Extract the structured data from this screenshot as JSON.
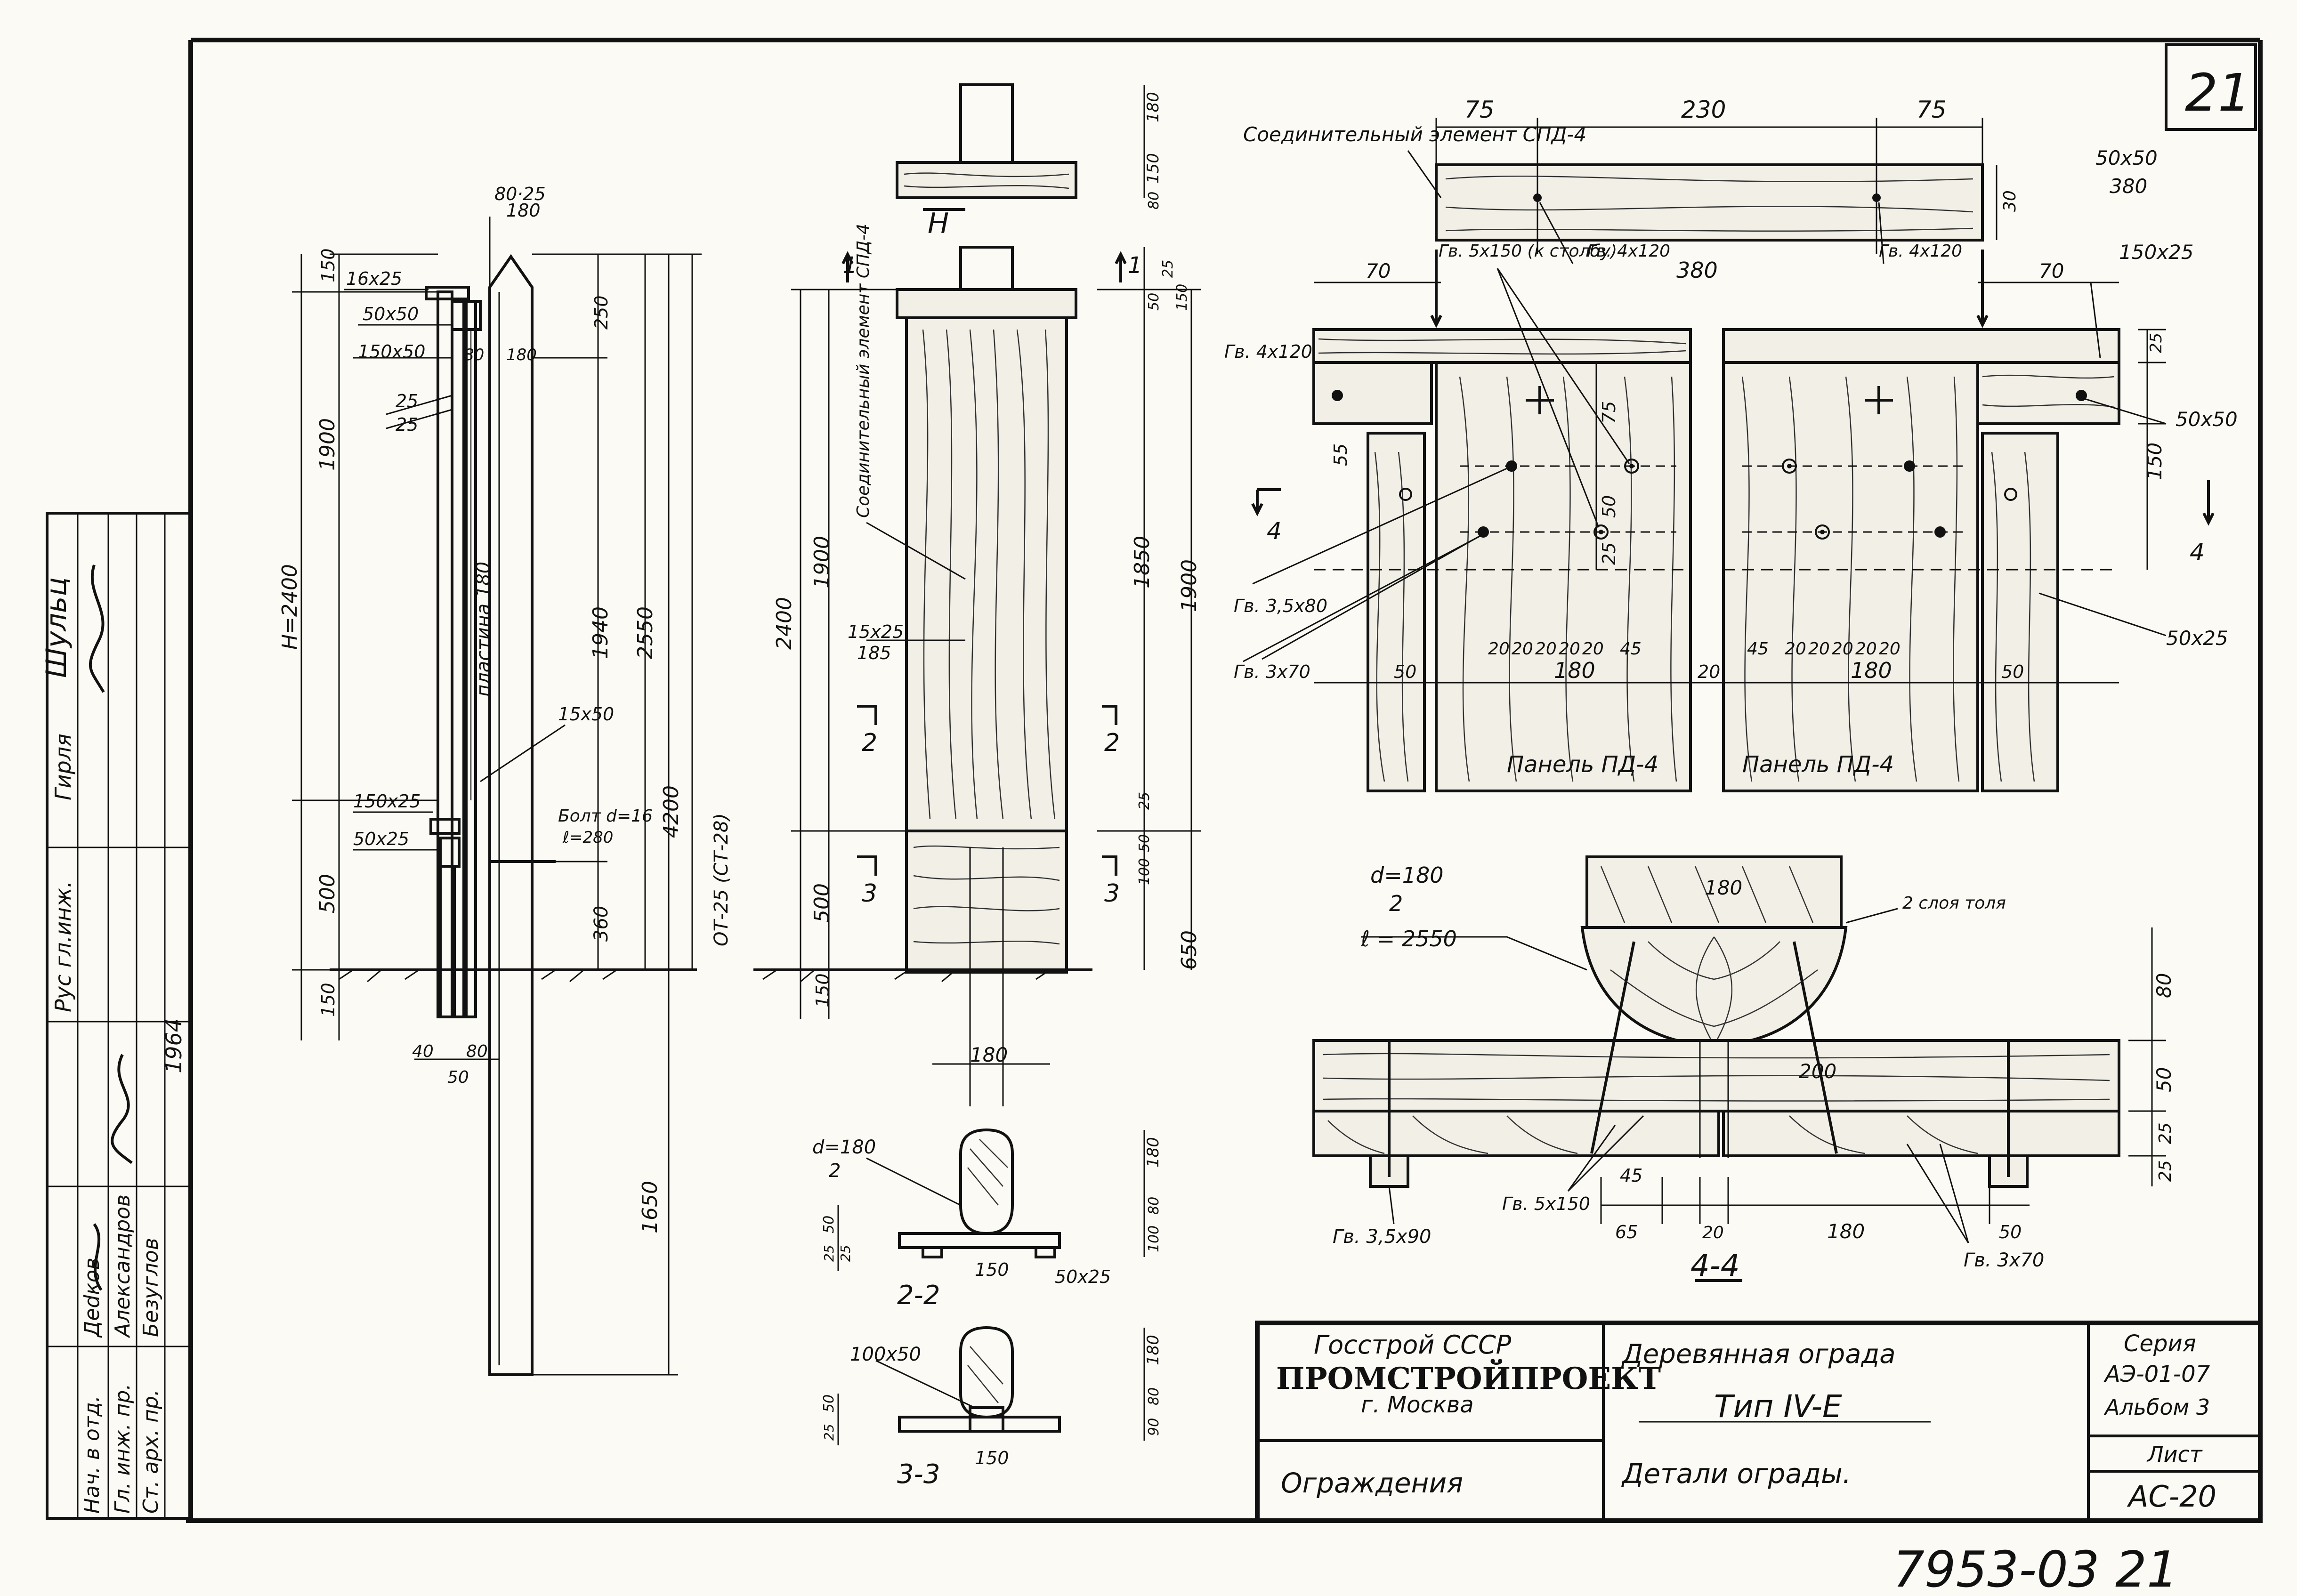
{
  "sheet": {
    "number": "21",
    "doc_number": "7953-03  21"
  },
  "title_block": {
    "org_line1": "Госстрой СССР",
    "org_line2": "ПРОМСТРОЙПРОЕКТ",
    "org_line3": "г. Москва",
    "section": "Ограждения",
    "title": "Деревянная ограда",
    "type": "Тип IV-Е",
    "subtitle": "Детали ограды.",
    "series_label": "Серия",
    "series_value": "АЭ-01-07",
    "album": "Альбом 3",
    "sheet_label": "Лист",
    "sheet_code": "АС-20"
  },
  "signatures": {
    "rows": [
      {
        "role": "Нач. в отд.",
        "name": "Деdков"
      },
      {
        "role": "Гл. инж. пр.",
        "name": "Александров"
      },
      {
        "role": "Ст. арх. пр.",
        "name": "Безуглов"
      }
    ],
    "left_col_top": "Рус гл.инж.",
    "left_col_name": "Гирля",
    "year": "1964",
    "handwriting": "Шульц"
  },
  "view_side": {
    "labels": [
      "16х25",
      "80·25",
      "180",
      "50х50",
      "150х50",
      "80",
      "180",
      "25",
      "25",
      "пластина 180",
      "15х50",
      "150х25",
      "50х25",
      "Болт d=16",
      "ℓ=280"
    ],
    "dims_left": [
      "150",
      "1900",
      "500",
      "150",
      "Н=2400"
    ],
    "dims_right": [
      "250",
      "1940",
      "360",
      "2550",
      "4200",
      "ОТ-25 (СТ-28)",
      "1650"
    ],
    "dims_bottom": [
      "40",
      "80",
      "50"
    ]
  },
  "view_front": {
    "section_marks": [
      "1",
      "1",
      "2",
      "2",
      "3",
      "3",
      "Н"
    ],
    "labels": [
      "Соединительный элемент СПД-4",
      "15х25",
      "185",
      "180"
    ],
    "dims_left": [
      "2400",
      "1900",
      "500",
      "150"
    ],
    "dims_right": [
      "180",
      "150",
      "80",
      "25",
      "50",
      "150",
      "1850",
      "1900",
      "25",
      "50",
      "100",
      "650"
    ]
  },
  "section_22": {
    "mark": "2-2",
    "labels": [
      "d=180",
      "2",
      "180",
      "80",
      "100",
      "50",
      "25",
      "25",
      "150",
      "50х25"
    ]
  },
  "section_33": {
    "mark": "3-3",
    "labels": [
      "100х50",
      "180",
      "80",
      "90",
      "50",
      "25",
      "150"
    ]
  },
  "panel_view": {
    "top_label": "Соединительный элемент СПД-4",
    "top_dims": [
      "75",
      "230",
      "75",
      "380"
    ],
    "side_dims": [
      "30",
      "50х50",
      "380",
      "150х25",
      "70",
      "70"
    ],
    "labels": [
      "Гв. 5х150 (к столбу)",
      "Гв. 4х120",
      "Гв. 4х120",
      "Гв. 4х120",
      "Гв. 3,5х80",
      "Гв. 3х70",
      "50х50",
      "50х25",
      "75",
      "50",
      "25",
      "55",
      "25",
      "150"
    ],
    "bottom_dims_left": [
      "20",
      "20",
      "20",
      "20",
      "20",
      "45",
      "50",
      "180",
      "20"
    ],
    "bottom_dims_right": [
      "45",
      "20",
      "20",
      "20",
      "20",
      "20",
      "180",
      "50"
    ],
    "panel_left": "Панель ПД-4",
    "panel_right": "Панель ПД-4",
    "section_mark": "4"
  },
  "section_44": {
    "mark": "4-4",
    "labels": [
      "d=180",
      "2",
      "ℓ = 2550",
      "180",
      "2 слоя толя",
      "200",
      "80",
      "50",
      "25",
      "25",
      "Гв. 5х150",
      "Гв. 3,5х90",
      "Гв. 3х70"
    ],
    "bottom_dims": [
      "45",
      "65",
      "20",
      "180",
      "50"
    ]
  }
}
